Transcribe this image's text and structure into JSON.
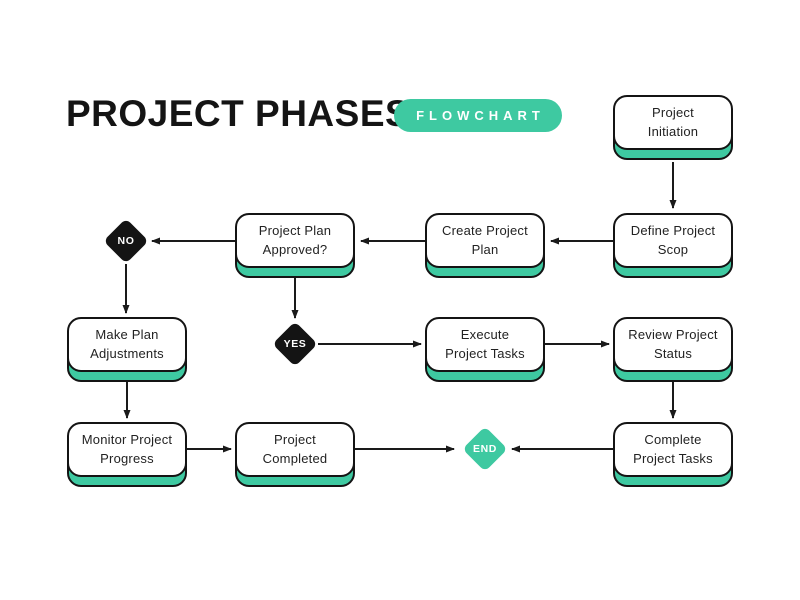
{
  "header": {
    "title": "PROJECT PHASES",
    "badge": "FLOWCHART"
  },
  "colors": {
    "accent": "#3EC9A1",
    "ink": "#1A1A1A",
    "node_fill": "#FFFFFF",
    "decision_fill": "#141414",
    "end_fill": "#3EC9A1"
  },
  "nodes": {
    "init": "Project\nInitiation",
    "scope": "Define Project\nScop",
    "create": "Create Project\nPlan",
    "approved": "Project Plan\nApproved?",
    "adjust": "Make Plan\nAdjustments",
    "execute": "Execute\nProject Tasks",
    "review": "Review Project\nStatus",
    "monitor": "Monitor Project\nProgress",
    "completed": "Project\nCompleted",
    "complete": "Complete\nProject Tasks"
  },
  "decisions": {
    "no": "NO",
    "yes": "YES",
    "end": "END"
  },
  "edges": [
    {
      "from": "Project Initiation",
      "to": "Define Project Scop"
    },
    {
      "from": "Define Project Scop",
      "to": "Create Project Plan"
    },
    {
      "from": "Create Project Plan",
      "to": "Project Plan Approved?"
    },
    {
      "from": "Project Plan Approved?",
      "to": "NO"
    },
    {
      "from": "NO",
      "to": "Make Plan Adjustments"
    },
    {
      "from": "Project Plan Approved?",
      "to": "YES"
    },
    {
      "from": "YES",
      "to": "Execute Project Tasks"
    },
    {
      "from": "Execute Project Tasks",
      "to": "Review Project Status"
    },
    {
      "from": "Review Project Status",
      "to": "Complete Project Tasks"
    },
    {
      "from": "Complete Project Tasks",
      "to": "END"
    },
    {
      "from": "Make Plan Adjustments",
      "to": "Monitor Project Progress"
    },
    {
      "from": "Monitor Project Progress",
      "to": "Project Completed"
    },
    {
      "from": "Project Completed",
      "to": "END"
    }
  ]
}
